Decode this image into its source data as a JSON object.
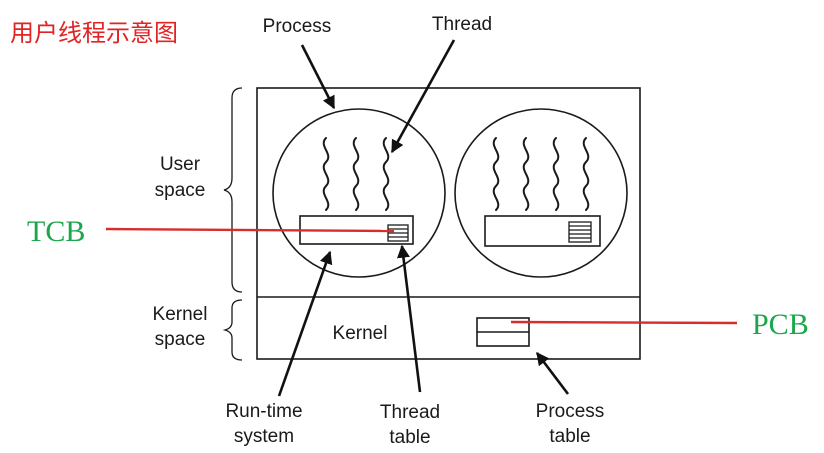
{
  "title": "用户线程示意图",
  "labels": {
    "process_top": "Process",
    "thread_top": "Thread",
    "user_space_1": "User",
    "user_space_2": "space",
    "kernel_space_1": "Kernel",
    "kernel_space_2": "space",
    "kernel": "Kernel",
    "runtime_1": "Run-time",
    "runtime_2": "system",
    "thread_table_1": "Thread",
    "thread_table_2": "table",
    "process_table_1": "Process",
    "process_table_2": "table"
  },
  "tags": {
    "tcb": "TCB",
    "pcb": "PCB"
  },
  "colors": {
    "title": "#e02424",
    "tag": "#1aa64a",
    "pointer_line": "#d92c2c",
    "ink": "#1a1a1a"
  }
}
